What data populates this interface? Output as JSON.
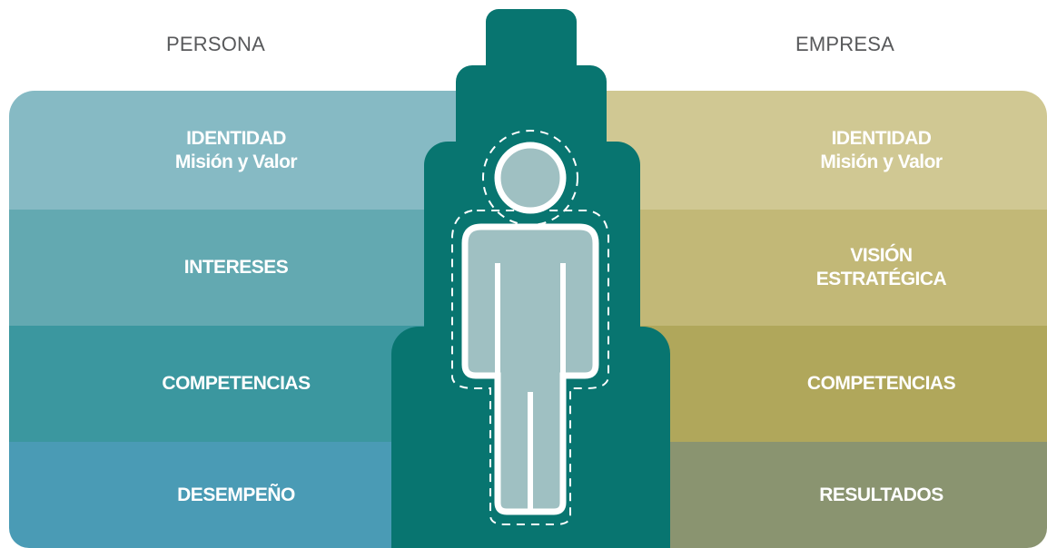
{
  "headings": {
    "left": "PERSONA",
    "right": "EMPRESA"
  },
  "persona": [
    {
      "line1": "IDENTIDAD",
      "line2": "Misión y Valor",
      "color": "#86bac4"
    },
    {
      "line1": "INTERESES",
      "line2": "",
      "color": "#63a9b1"
    },
    {
      "line1": "COMPETENCIAS",
      "line2": "",
      "color": "#3b979f"
    },
    {
      "line1": "DESEMPEÑO",
      "line2": "",
      "color": "#4a9bb5"
    }
  ],
  "empresa": [
    {
      "line1": "IDENTIDAD",
      "line2": "Misión y Valor",
      "color": "#d0c893"
    },
    {
      "line1": "VISIÓN",
      "line2": "ESTRATÉGICA",
      "color": "#c2b877"
    },
    {
      "line1": "COMPETENCIAS",
      "line2": "",
      "color": "#b0a75b"
    },
    {
      "line1": "RESULTADOS",
      "line2": "",
      "color": "#8a9470"
    }
  ],
  "colors": {
    "tower": "#087570",
    "figure_fill": "#9fc0c2",
    "figure_outline": "#ffffff",
    "heading_text": "#58595b"
  },
  "icons": {
    "center": "person-figure-icon"
  }
}
